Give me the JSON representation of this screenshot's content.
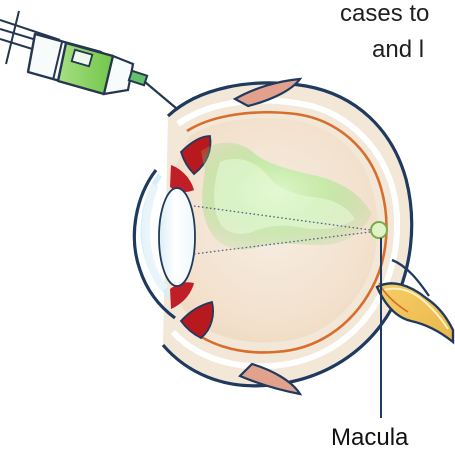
{
  "caption": {
    "line1": "cases to",
    "line2": "and l"
  },
  "labels": {
    "macula": "Macula"
  },
  "colors": {
    "outline": "#1f3a5f",
    "eye_fill": "#f1dfc8",
    "eye_wall": "#f3e7d7",
    "retina": "#d86d2e",
    "sclera_stroke": "#c33a33",
    "muscle": "#e1a18d",
    "lens": "#f6fbff",
    "iris": "#b7191f",
    "drug_glow": "#91d36f",
    "syringe_fluid": "#89d45a",
    "optic_nerve": "#f0c45b",
    "text": "#1f1f1f"
  },
  "icons": {
    "syringe": "syringe-icon",
    "eye": "eye-cross-section-icon",
    "optic_nerve": "optic-nerve-icon",
    "macula": "macula-marker-icon"
  }
}
